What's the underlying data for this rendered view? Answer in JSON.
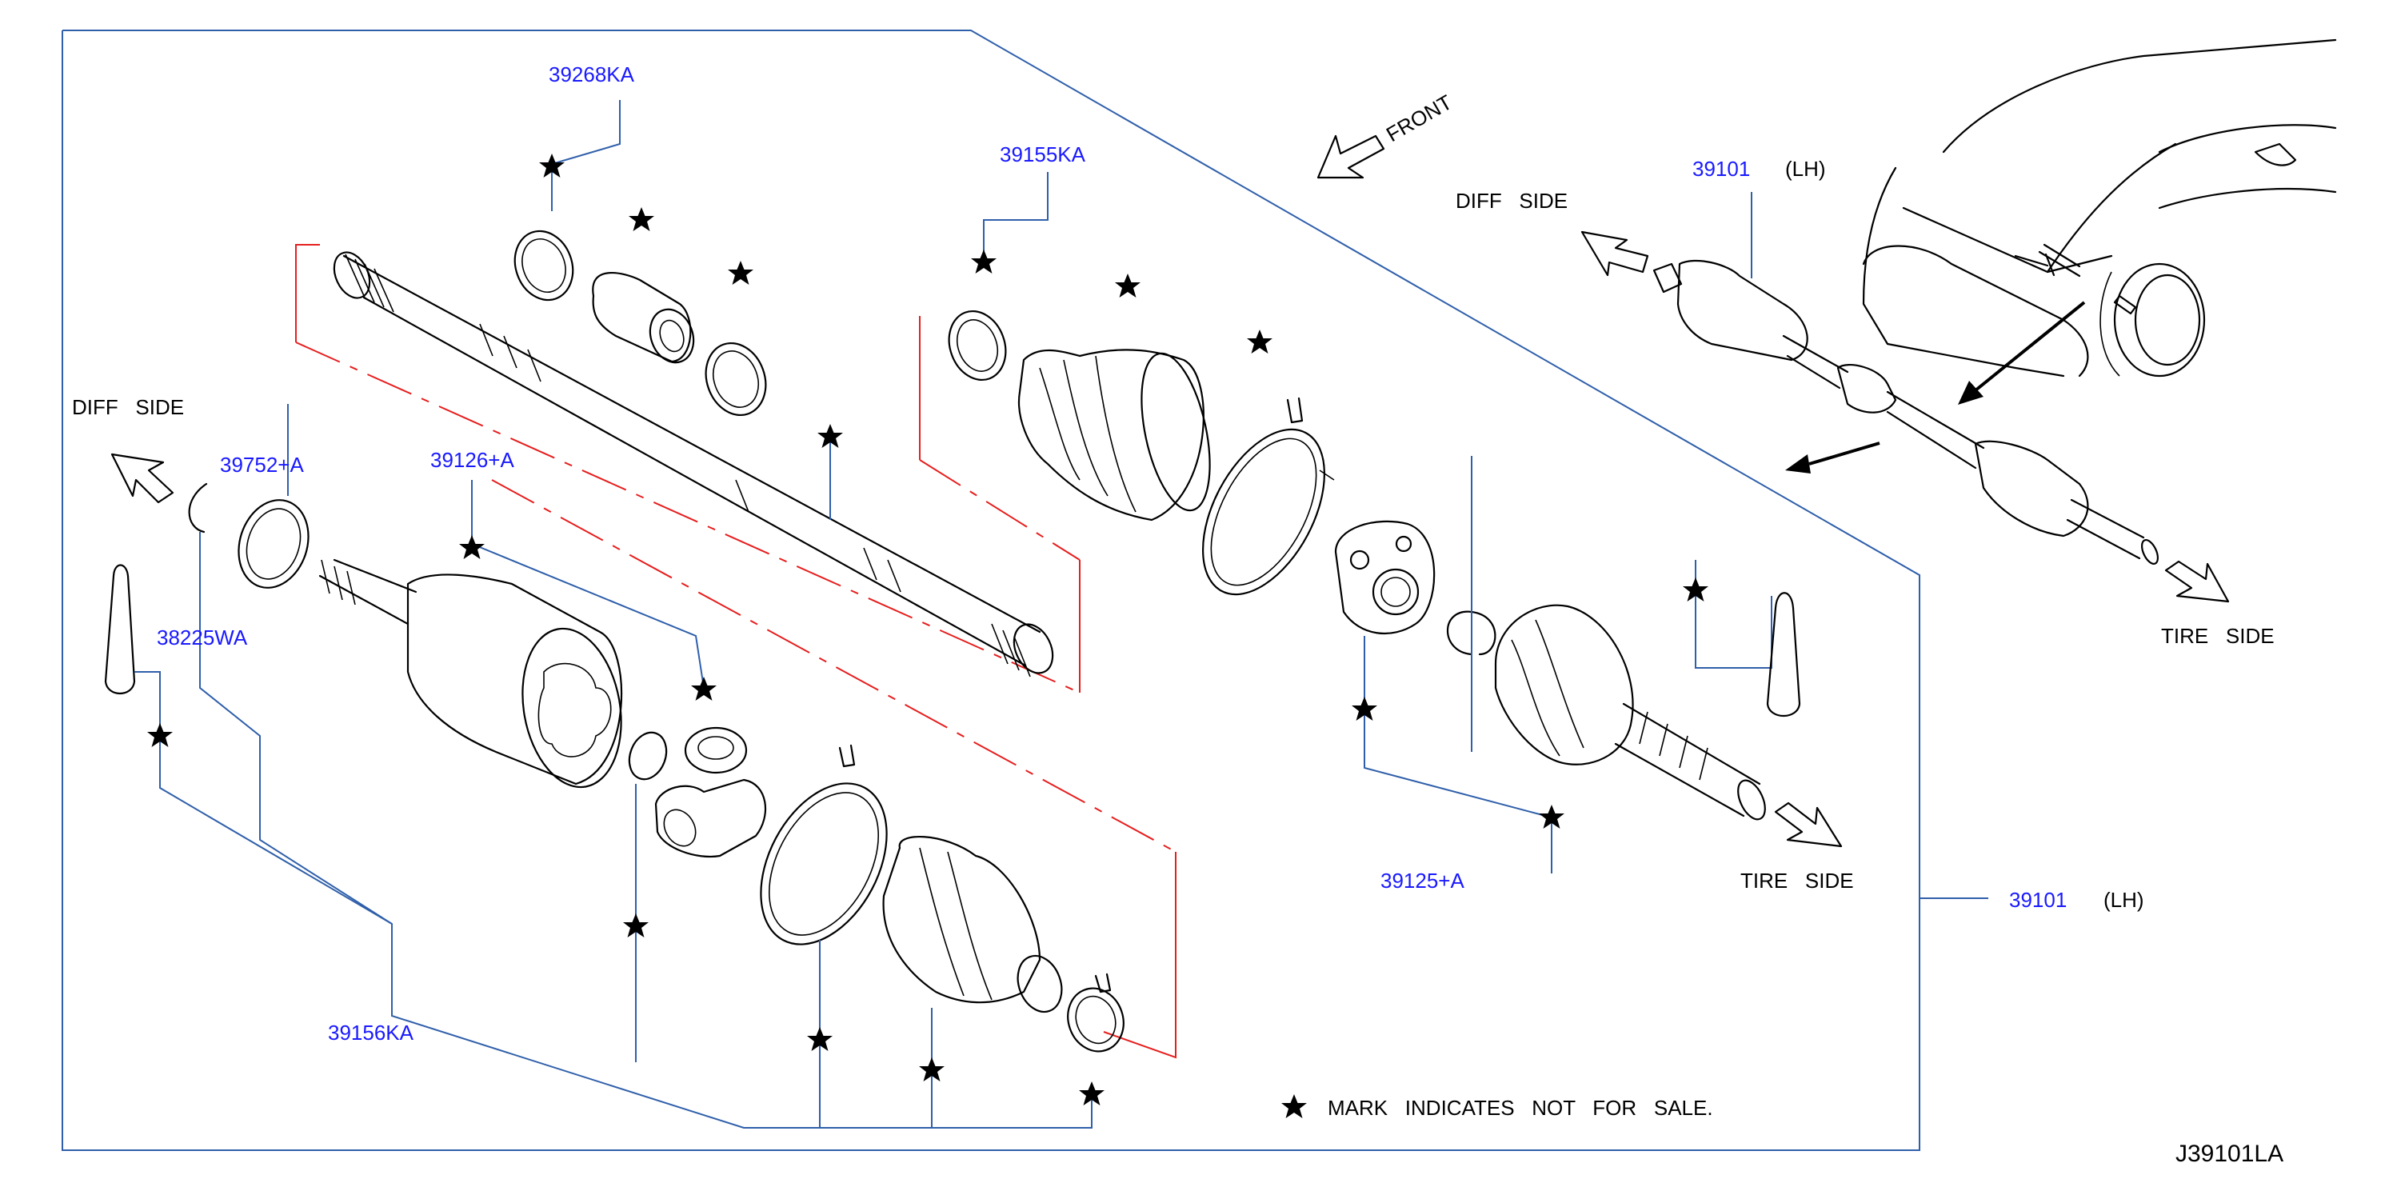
{
  "diagram": {
    "parts": {
      "p39268KA": "39268KA",
      "p39155KA": "39155KA",
      "p39101_top": "39101",
      "p39101_top_side": "(LH)",
      "p39752A": "39752+A",
      "p39126A": "39126+A",
      "p38225WA": "38225WA",
      "p39156KA": "39156KA",
      "p39125A": "39125+A",
      "p39101_right": "39101",
      "p39101_right_side": "(LH)"
    },
    "direction_labels": {
      "front": "FRONT",
      "diff_side_left": "DIFF   SIDE",
      "diff_side_top": "DIFF   SIDE",
      "tire_side_top": "TIRE   SIDE",
      "tire_side_center": "TIRE   SIDE"
    },
    "note": "MARK   INDICATES   NOT   FOR   SALE.",
    "diagram_code": "J39101LA",
    "colors": {
      "part_number": "#1a1aff",
      "leader_line": "#2f5faa",
      "kit_boundary": "#e61e1e",
      "drawing": "#000000"
    }
  }
}
